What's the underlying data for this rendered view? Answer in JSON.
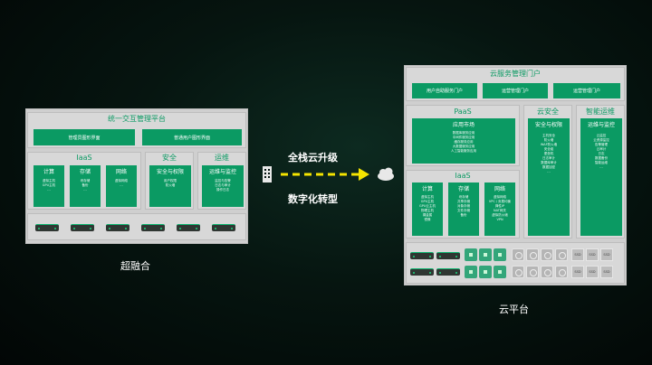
{
  "left": {
    "unified_title": "统一交互管理平台",
    "admin_ui": "管理员图形界面",
    "user_ui": "普通用户图形界面",
    "iaas_title": "IaaS",
    "compute": {
      "title": "计算",
      "items": [
        "虚拟主机",
        "GPU主机",
        "…"
      ]
    },
    "storage": {
      "title": "存储",
      "items": [
        "块存储",
        "备份",
        "…"
      ]
    },
    "network": {
      "title": "网络",
      "items": [
        "虚拟网络",
        "…"
      ]
    },
    "security_title": "安全",
    "security_sub": "安全与权限",
    "security_items": [
      "用户权限",
      "防火墙"
    ],
    "ops_title": "运维",
    "ops_sub": "运维与监控",
    "ops_items": [
      "监控与告警",
      "日志与审计",
      "操作日志"
    ],
    "caption": "超融合"
  },
  "middle": {
    "label_top": "全栈云升级",
    "label_bottom": "数字化转型"
  },
  "right": {
    "portal_title": "云服务管理门户",
    "portal_buttons": [
      "用户自助服务门户",
      "运营管理门户",
      "运营管理门户"
    ],
    "paas_title": "PaaS",
    "app_market": "应用市场",
    "app_items": [
      "数据库服务应用",
      "中间件服务应用",
      "缓存服务应用",
      "大数据服务应用",
      "人工智能服务应用"
    ],
    "iaas_title": "IaaS",
    "compute": {
      "title": "计算",
      "items": [
        "虚拟主机",
        "GPU主机",
        "GPU云主机",
        "物理主机",
        "裸金属",
        "镜像"
      ]
    },
    "storage": {
      "title": "存储",
      "items": [
        "块存储",
        "共享存储",
        "对象存储",
        "文件存储",
        "备份"
      ]
    },
    "network": {
      "title": "网络",
      "items": [
        "虚拟网络",
        "VPC / 负载均衡",
        "弹性IP",
        "NAT网关",
        "虚拟防火墙",
        "VPN"
      ]
    },
    "sec_title": "云安全",
    "sec_sub": "安全与权限",
    "sec_items": [
      "主机安全",
      "防火墙",
      "WAF防火墙",
      "安全组",
      "堡垒机",
      "日志审计",
      "数据库审计",
      "数据加密",
      "…"
    ],
    "ops_title": "智能运维",
    "ops_sub": "运维与监控",
    "ops_items": [
      "云监控",
      "云资源监控",
      "告警管理",
      "云审计",
      "日志",
      "数据备份",
      "智能运维",
      "…"
    ],
    "ssd_label": "SSD",
    "caption": "云平台"
  }
}
